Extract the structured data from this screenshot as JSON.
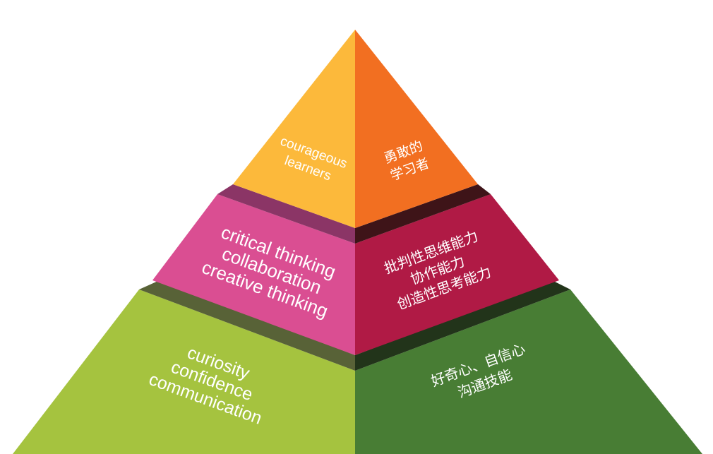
{
  "pyramid": {
    "top": {
      "left_lines": [
        "courageous",
        "learners"
      ],
      "right_lines": [
        "勇敢的",
        "学习者"
      ],
      "colors": {
        "left": "#FCB93B",
        "right": "#F26F21"
      }
    },
    "middle": {
      "left_lines": [
        "critical thinking",
        "collaboration",
        "creative thinking"
      ],
      "right_lines": [
        "批判性思维能力",
        "协作能力",
        "创造性思考能力"
      ],
      "colors": {
        "left": "#DA4E92",
        "right": "#B01A45",
        "ledge_left": "#8B3566",
        "ledge_right": "#3E1418"
      }
    },
    "bottom": {
      "left_lines": [
        "curiosity",
        "confidence",
        "communication"
      ],
      "right_lines": [
        "好奇心、自信心",
        "沟通技能"
      ],
      "colors": {
        "left": "#A5C33F",
        "right": "#487D34",
        "ledge_left": "#586237",
        "ledge_right": "#22341A"
      }
    }
  }
}
